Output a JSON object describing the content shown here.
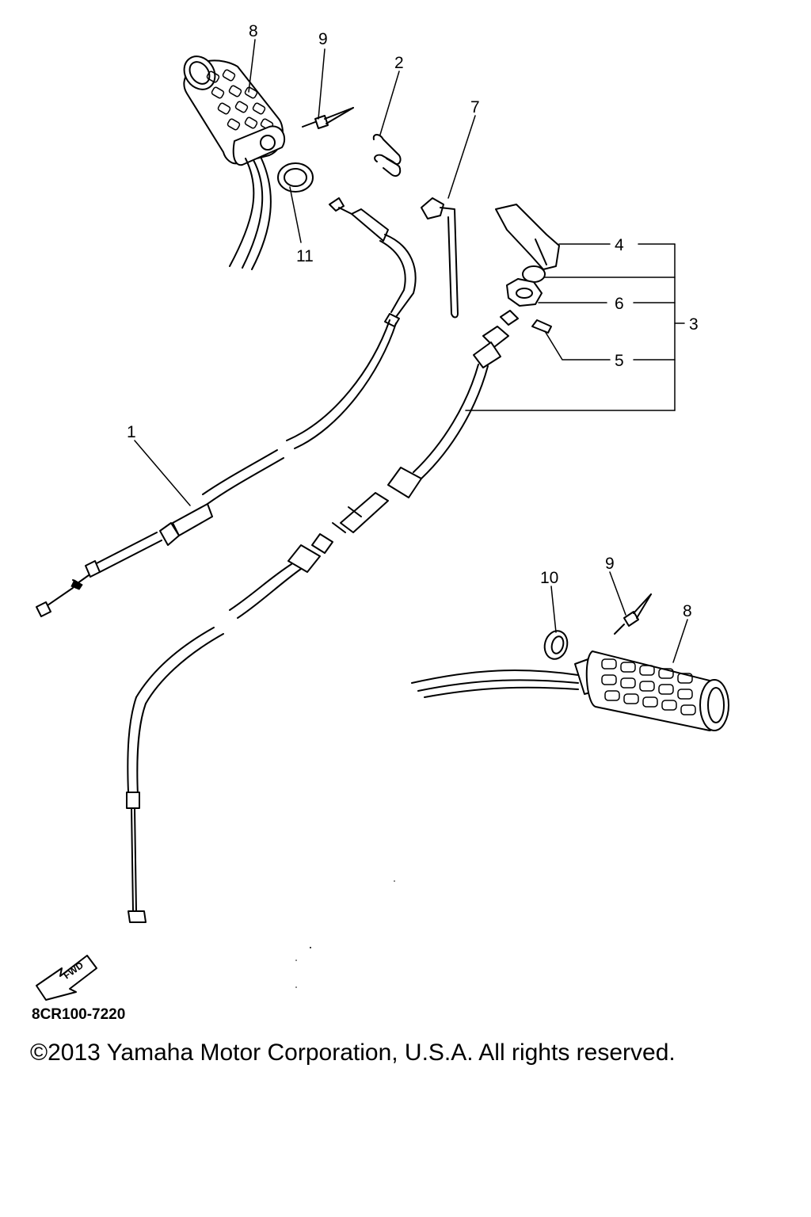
{
  "diagram": {
    "callouts": {
      "c1": "1",
      "c2": "2",
      "c3": "3",
      "c4": "4",
      "c5": "5",
      "c6": "6",
      "c7": "7",
      "c8_top": "8",
      "c8_bottom": "8",
      "c9_top": "9",
      "c9_bottom": "9",
      "c10": "10",
      "c11": "11"
    },
    "fwd_label": "FWD",
    "part_code": "8CR100-7220"
  },
  "footer": {
    "copyright": "©2013 Yamaha Motor Corporation, U.S.A. All rights reserved."
  }
}
